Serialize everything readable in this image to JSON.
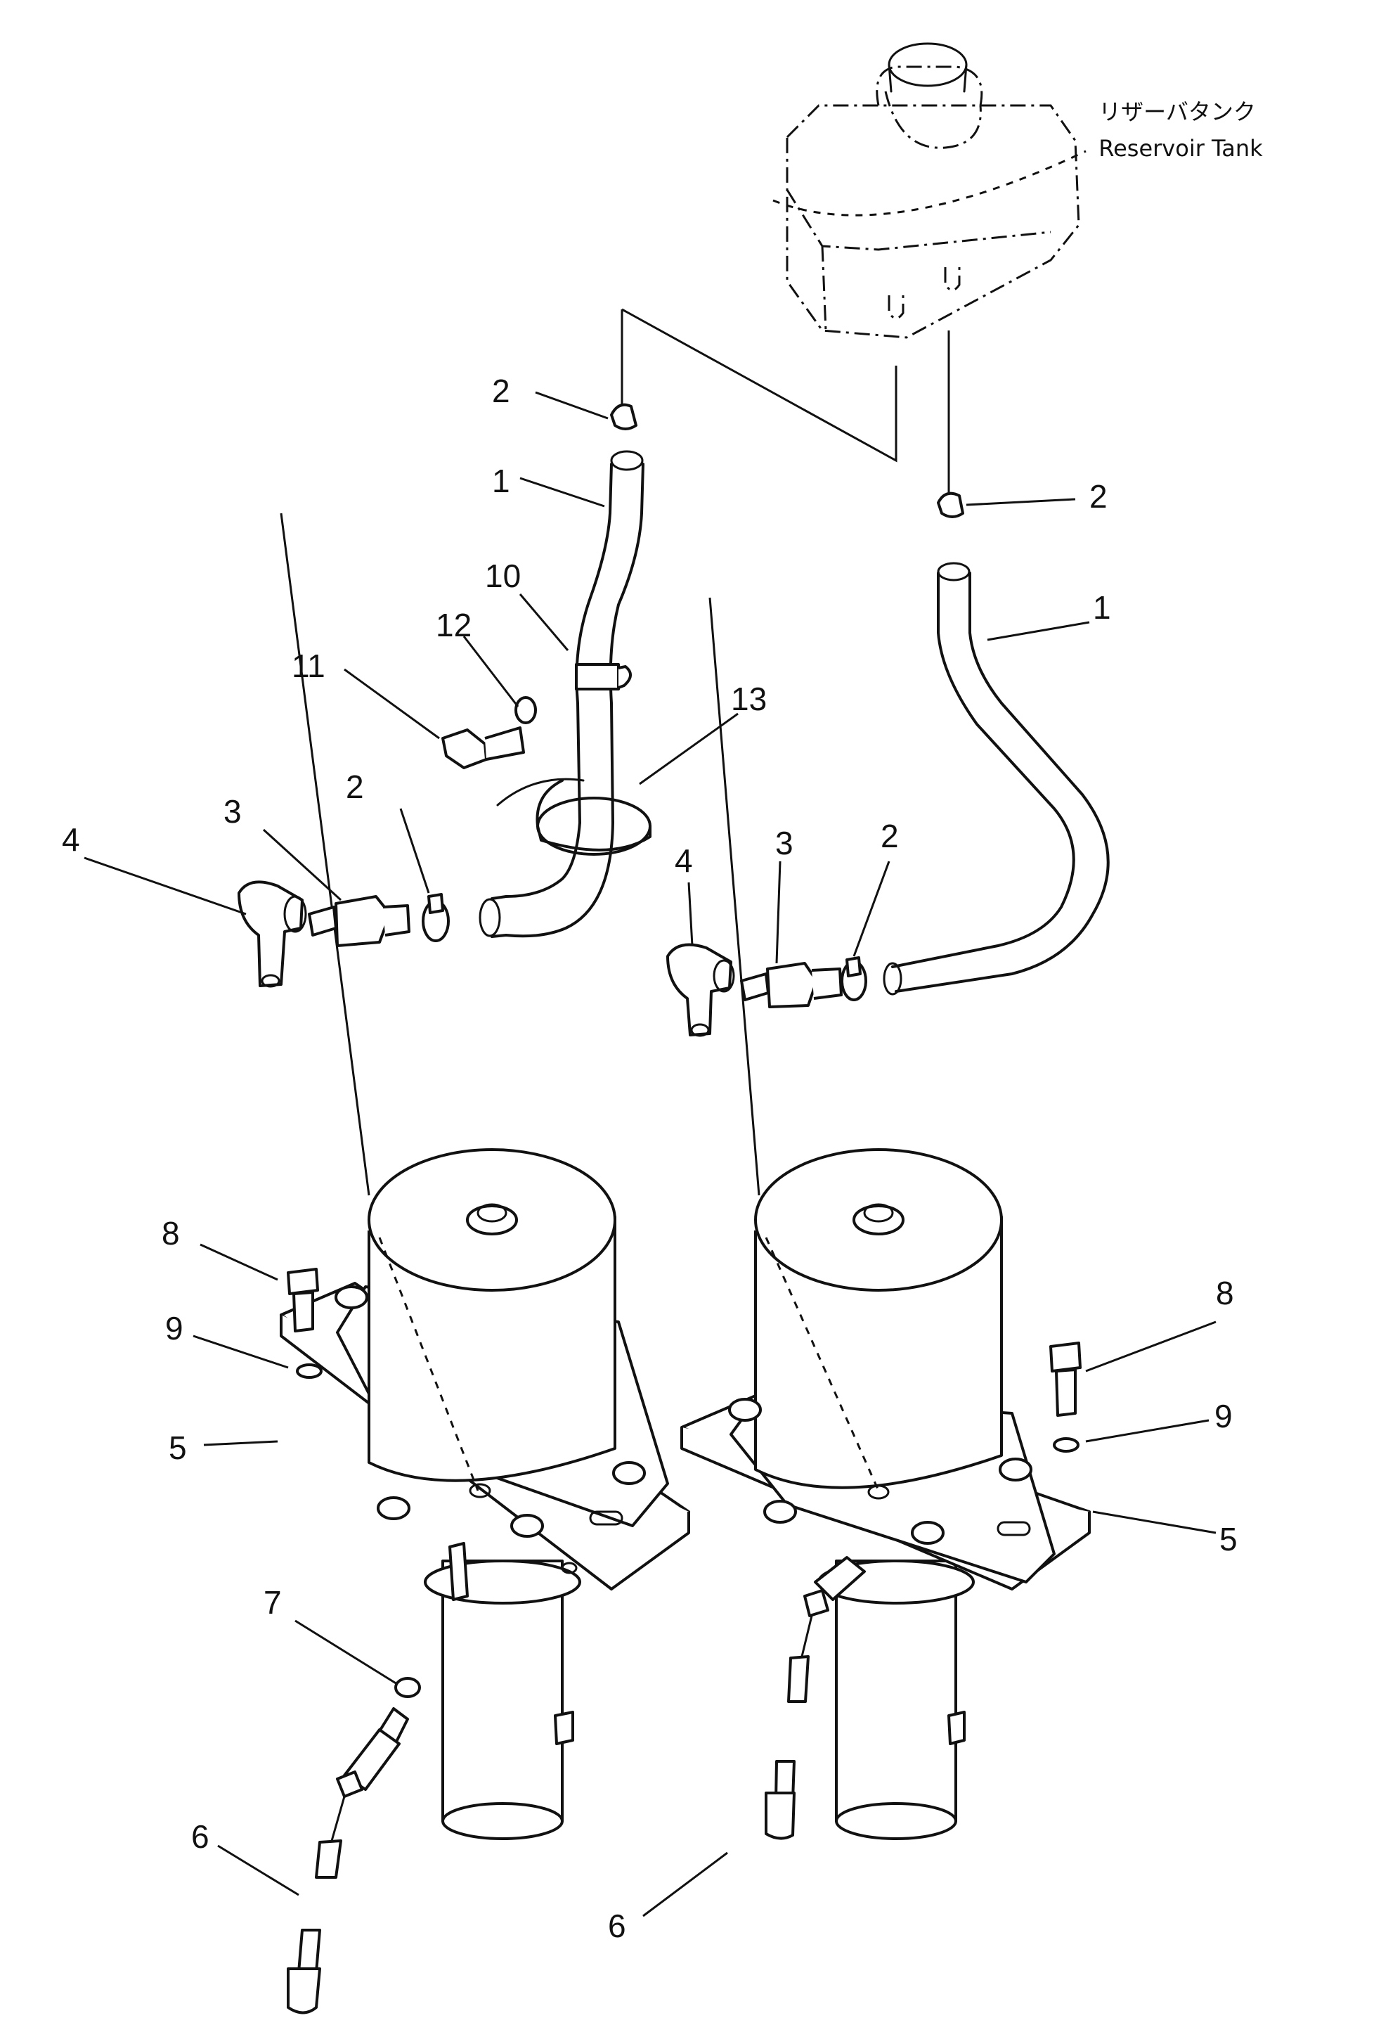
{
  "reservoir": {
    "label_jp": "リザーバタンク",
    "label_en": "Reservoir Tank"
  },
  "callouts": {
    "c1a": "1",
    "c1b": "1",
    "c2a": "2",
    "c2b": "2",
    "c2c": "2",
    "c2d": "2",
    "c3a": "3",
    "c3b": "3",
    "c4a": "4",
    "c4b": "4",
    "c5a": "5",
    "c5b": "5",
    "c6a": "6",
    "c6b": "6",
    "c7": "7",
    "c8a": "8",
    "c8b": "8",
    "c9a": "9",
    "c9b": "9",
    "c10": "10",
    "c11": "11",
    "c12": "12",
    "c13": "13"
  }
}
